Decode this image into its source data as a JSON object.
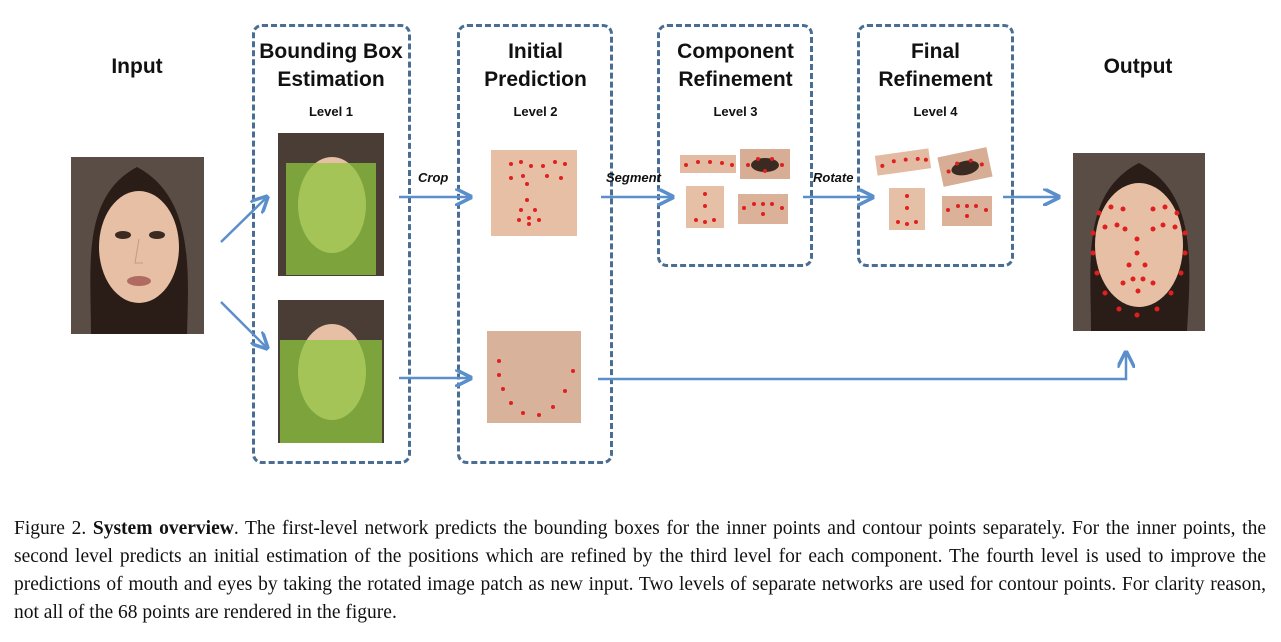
{
  "stages": {
    "input": "Input",
    "bbox": "Bounding Box Estimation",
    "bbox_line1": "Bounding Box",
    "bbox_line2": "Estimation",
    "initial_line1": "Initial",
    "initial_line2": "Prediction",
    "component_line1": "Component",
    "component_line2": "Refinement",
    "final_line1": "Final",
    "final_line2": "Refinement",
    "output": "Output"
  },
  "levels": {
    "level1": "Level 1",
    "level2": "Level 2",
    "level3": "Level 3",
    "level4": "Level 4"
  },
  "arrows": {
    "crop": "Crop",
    "segment": "Segment",
    "rotate": "Rotate"
  },
  "caption": {
    "prefix": "Figure 2.",
    "bold": "System overview",
    "text": ". The first-level network predicts the bounding boxes for the inner points and contour points separately. For the inner points, the second level predicts an initial estimation of the positions which are refined by the third level for each component. The fourth level is used to improve the predictions of mouth and eyes by taking the rotated image patch as new input. Two levels of separate networks are used for contour points. For clarity reason, not all of the 68 points are rendered in the figure."
  },
  "colors": {
    "dashed_box": "#4a6d94",
    "arrow": "#5b8fcb",
    "landmark": "#e02020",
    "bbox_overlay": "#8dc63f"
  }
}
